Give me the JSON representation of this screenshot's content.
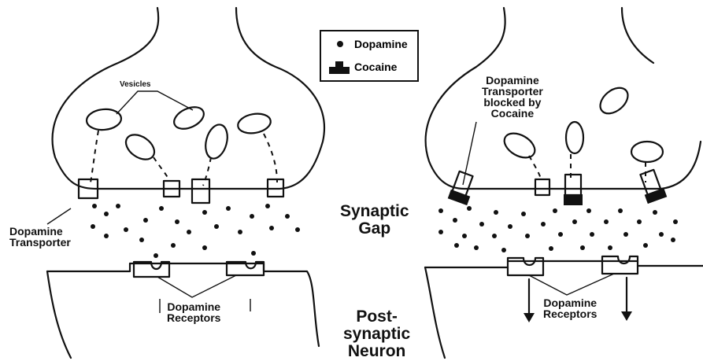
{
  "legend": {
    "dopamine_label": "Dopamine",
    "cocaine_label": "Cocaine"
  },
  "left_panel": {
    "vesicles_label": "Vesicles",
    "transporter_label_line1": "Dopamine",
    "transporter_label_line2": "Transporter",
    "receptors_label_line1": "Dopamine",
    "receptors_label_line2": "Receptors"
  },
  "right_panel": {
    "blocked_line1": "Dopamine",
    "blocked_line2": "Transporter",
    "blocked_line3": "blocked by",
    "blocked_line4": "Cocaine",
    "receptors_label_line1": "Dopamine",
    "receptors_label_line2": "Receptors"
  },
  "center": {
    "gap_line1": "Synaptic",
    "gap_line2": "Gap",
    "post_line1": "Post-",
    "post_line2": "synaptic",
    "post_line3": "Neuron"
  },
  "colors": {
    "ink": "#111111",
    "background": "#ffffff"
  }
}
